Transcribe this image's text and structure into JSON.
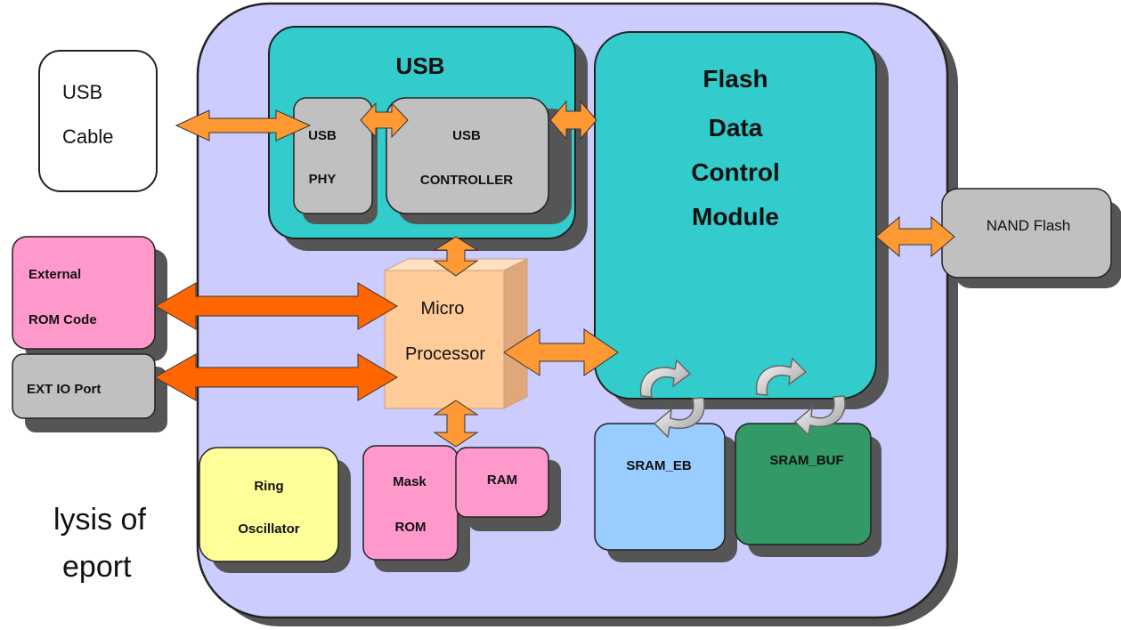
{
  "usb_cable": {
    "line1": "USB",
    "line2": "Cable"
  },
  "usb_block": {
    "title": "USB",
    "phy": {
      "line1": "USB",
      "line2": "PHY"
    },
    "controller": {
      "line1": "USB",
      "line2": "CONTROLLER"
    }
  },
  "flash_module": {
    "line1": "Flash",
    "line2": "Data",
    "line3": "Control",
    "line4": "Module"
  },
  "nand_flash": {
    "label": "NAND Flash"
  },
  "external_rom": {
    "line1": "External",
    "line2": "ROM Code"
  },
  "ext_io_port": {
    "label": "EXT IO Port"
  },
  "microprocessor": {
    "line1": "Micro",
    "line2": "Processor"
  },
  "ring_oscillator": {
    "line1": "Ring",
    "line2": "Oscillator"
  },
  "mask_rom": {
    "line1": "Mask",
    "line2": "ROM"
  },
  "ram": {
    "label": "RAM"
  },
  "sram_eb": {
    "label": "SRAM_EB"
  },
  "sram_buf": {
    "label": "SRAM_BUF"
  },
  "partial_text": {
    "line1": "lysis of",
    "line2": "eport"
  },
  "colors": {
    "chip_bg": "#ccccff",
    "usb_teal": "#33cccc",
    "gray_block": "#c0c0c0",
    "pink": "#ff99cc",
    "yellow": "#ffff99",
    "sram_eb": "#99ccff",
    "sram_buf": "#339966",
    "micro": "#ffcc99",
    "arrow_orange": "#ff9933",
    "arrow_dark_orange": "#ff6600"
  }
}
